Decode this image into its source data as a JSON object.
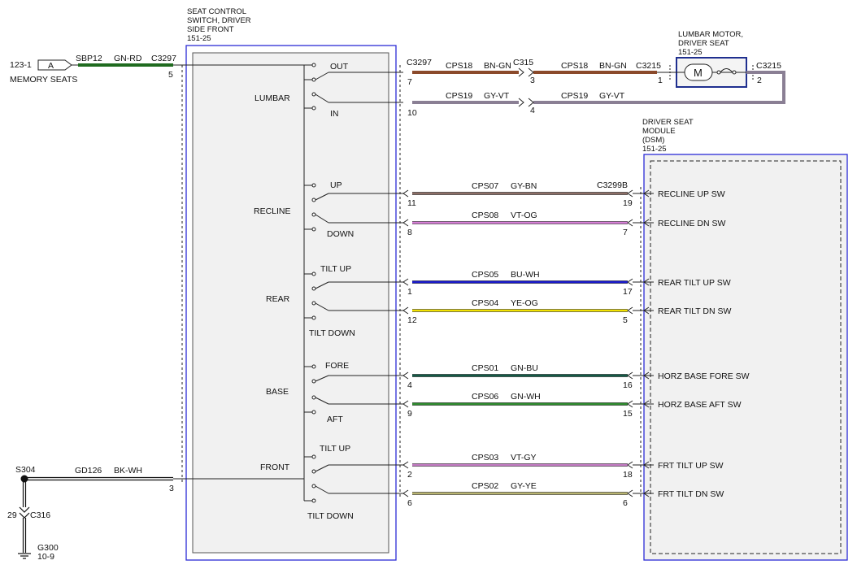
{
  "switch_block": {
    "title_lines": [
      "SEAT CONTROL",
      "SWITCH, DRIVER",
      "SIDE FRONT",
      "151-25"
    ],
    "functions": [
      {
        "name": "LUMBAR",
        "pos_a": "OUT",
        "pos_b": "IN"
      },
      {
        "name": "RECLINE",
        "pos_a": "UP",
        "pos_b": "DOWN"
      },
      {
        "name": "REAR",
        "pos_a": "TILT UP",
        "pos_b": "TILT DOWN"
      },
      {
        "name": "BASE",
        "pos_a": "FORE",
        "pos_b": "AFT"
      },
      {
        "name": "FRONT",
        "pos_a": "TILT UP",
        "pos_b": "TILT DOWN"
      }
    ]
  },
  "power_feed": {
    "ref": "123-1",
    "connector_tag": "A",
    "source_label": "MEMORY SEATS",
    "splice": "SBP12",
    "color": "GN-RD",
    "connector": "C3297",
    "pin": "5",
    "wire_hex": "#1f6b1f"
  },
  "ground_feed": {
    "splice": "S304",
    "circuit": "GD126",
    "color": "BK-WH",
    "pin": "3",
    "connector_pin": "29",
    "connector": "C316",
    "ground": "G300",
    "ground_ref": "10-9"
  },
  "lumbar_motor": {
    "title_lines": [
      "LUMBAR MOTOR,",
      "DRIVER SEAT",
      "151-25"
    ],
    "symbol": "M",
    "connector": "C3215",
    "pin_1": "1",
    "pin_2": "2"
  },
  "lumbar_wires": [
    {
      "sw_connector": "C3297",
      "sw_pin": "7",
      "circuit": "CPS18",
      "color": "BN-GN",
      "inline_connector": "C315",
      "inline_pin": "3",
      "circuit2": "CPS18",
      "color2": "BN-GN",
      "hex": "#8b4a2b"
    },
    {
      "sw_connector": "",
      "sw_pin": "10",
      "circuit": "CPS19",
      "color": "GY-VT",
      "inline_connector": "",
      "inline_pin": "4",
      "circuit2": "CPS19",
      "color2": "GY-VT",
      "hex": "#8a7f94"
    }
  ],
  "module": {
    "title_lines": [
      "DRIVER SEAT",
      "MODULE",
      "(DSM)",
      "151-25"
    ],
    "connector": "C3299B"
  },
  "module_wires": [
    {
      "sw_pin": "11",
      "circuit": "CPS07",
      "color": "GY-BN",
      "dsm_pin": "19",
      "input": "RECLINE UP SW",
      "hex": "#8c6e66"
    },
    {
      "sw_pin": "8",
      "circuit": "CPS08",
      "color": "VT-OG",
      "dsm_pin": "7",
      "input": "RECLINE DN SW",
      "hex": "#d67fd6"
    },
    {
      "sw_pin": "1",
      "circuit": "CPS05",
      "color": "BU-WH",
      "dsm_pin": "17",
      "input": "REAR TILT UP SW",
      "hex": "#1a1acc"
    },
    {
      "sw_pin": "12",
      "circuit": "CPS04",
      "color": "YE-OG",
      "dsm_pin": "5",
      "input": "REAR TILT DN SW",
      "hex": "#f2e200"
    },
    {
      "sw_pin": "4",
      "circuit": "CPS01",
      "color": "GN-BU",
      "dsm_pin": "16",
      "input": "HORZ BASE FORE SW",
      "hex": "#145a46"
    },
    {
      "sw_pin": "9",
      "circuit": "CPS06",
      "color": "GN-WH",
      "dsm_pin": "15",
      "input": "HORZ BASE AFT SW",
      "hex": "#2e8b2e"
    },
    {
      "sw_pin": "2",
      "circuit": "CPS03",
      "color": "VT-GY",
      "dsm_pin": "18",
      "input": "FRT TILT UP SW",
      "hex": "#c47cc4"
    },
    {
      "sw_pin": "6",
      "circuit": "CPS02",
      "color": "GY-YE",
      "dsm_pin": "6",
      "input": "FRT TILT DN SW",
      "hex": "#b8b470"
    }
  ]
}
